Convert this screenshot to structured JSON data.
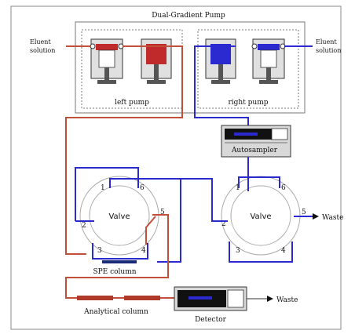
{
  "title": "Dual-Gradient Pump",
  "eluent_left": [
    "Eluent",
    "solution"
  ],
  "eluent_right": [
    "Eluent",
    "solution"
  ],
  "left_pump_label": "left pump",
  "right_pump_label": "right pump",
  "autosampler_label": "Autosampler",
  "valve_left_label": "Valve",
  "valve_right_label": "Valve",
  "valve_left_ports": [
    "1",
    "2",
    "3",
    "4",
    "5",
    "6"
  ],
  "valve_right_ports": [
    "1",
    "2",
    "3",
    "4",
    "5",
    "6"
  ],
  "waste_right": "Waste",
  "waste_detector": "Waste",
  "spe_label": "SPE column",
  "analytical_label": "Analytical column",
  "detector_label": "Detector",
  "colors": {
    "red_line": "#c0503a",
    "blue_line": "#2a2ad0",
    "red_piston": "#c02a2a",
    "blue_piston": "#2a2ad0",
    "column_red": "#b03a2a",
    "column_navy": "#1a2a7a"
  }
}
